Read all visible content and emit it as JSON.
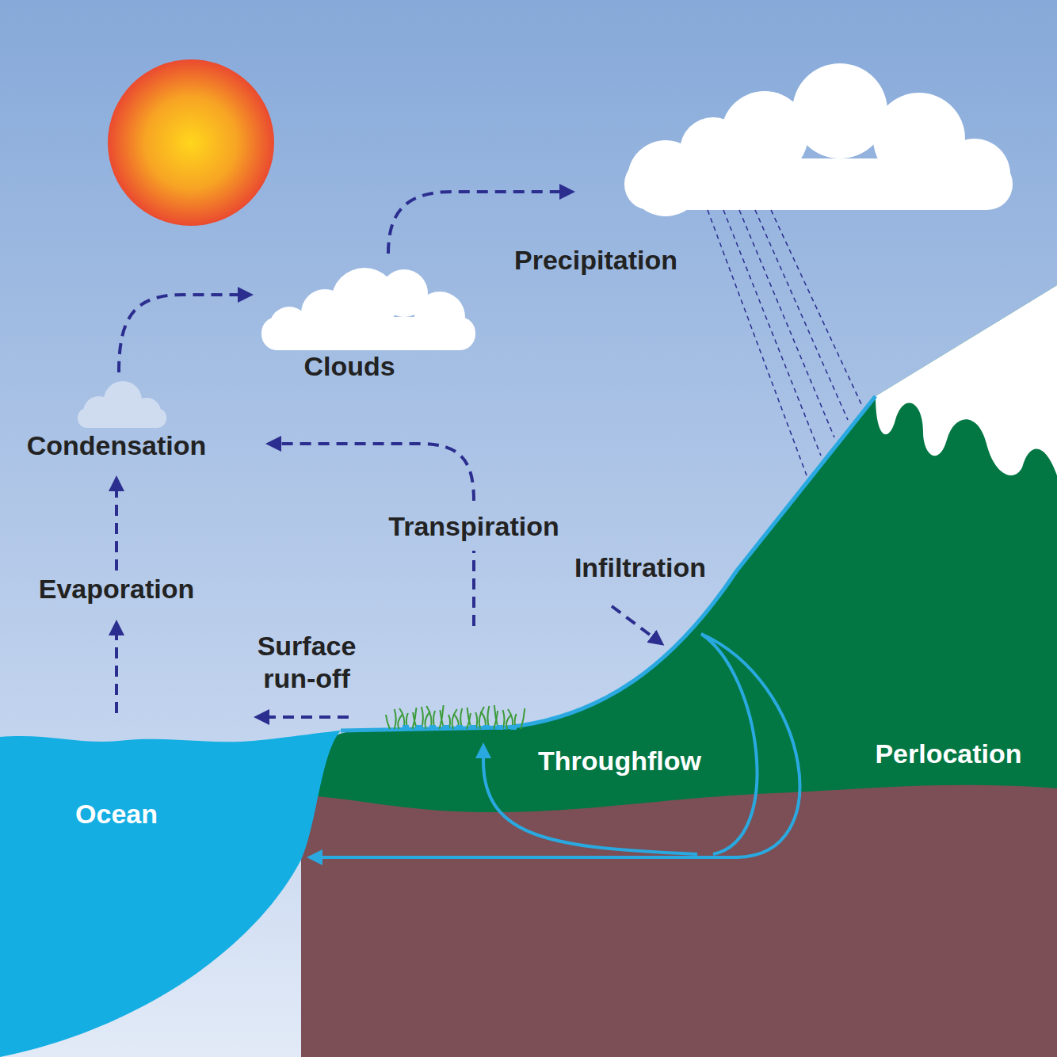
{
  "diagram": {
    "labels": [
      "Precipitation",
      "Clouds",
      "Condensation",
      "Transpiration",
      "Infiltration",
      "Evaporation",
      "Surface run-off",
      "Throughflow",
      "Perlocation",
      "Ocean"
    ]
  }
}
